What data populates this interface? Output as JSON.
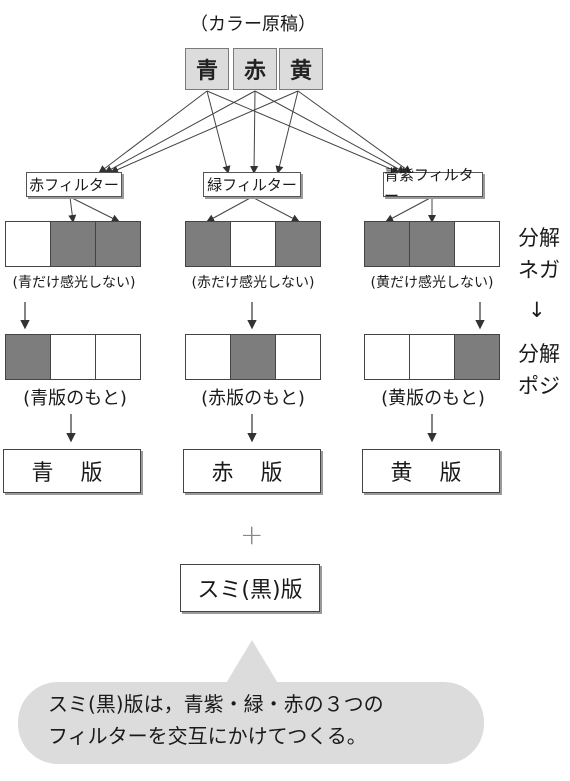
{
  "title": "（カラー原稿）",
  "original_colors": [
    "青",
    "赤",
    "黄"
  ],
  "filters": [
    {
      "label": "赤フィルター",
      "negative_pattern": [
        "white",
        "dark",
        "dark"
      ],
      "negative_caption": "(青だけ感光しない)",
      "positive_pattern": [
        "dark",
        "white",
        "white"
      ],
      "positive_caption": "(青版のもと)",
      "plate": "青 版"
    },
    {
      "label": "緑フィルター",
      "negative_pattern": [
        "dark",
        "white",
        "dark"
      ],
      "negative_caption": "(赤だけ感光しない)",
      "positive_pattern": [
        "white",
        "dark",
        "white"
      ],
      "positive_caption": "(赤版のもと)",
      "plate": "赤 版"
    },
    {
      "label": "青紫フィルター",
      "negative_pattern": [
        "dark",
        "dark",
        "white"
      ],
      "negative_caption": "(黄だけ感光しない)",
      "positive_pattern": [
        "white",
        "white",
        "dark"
      ],
      "positive_caption": "(黄版のもと)",
      "plate": "黄 版"
    }
  ],
  "side_labels": {
    "negative_line1": "分解",
    "negative_line2": "ネガ",
    "arrow": "↓",
    "positive_line1": "分解",
    "positive_line2": "ポジ"
  },
  "plus": "+",
  "black_plate": "スミ(黒)版",
  "note": {
    "line1": "スミ(黒)版は，青紫・緑・赤の３つの",
    "line2": "フィルターを交互にかけてつくる。"
  }
}
